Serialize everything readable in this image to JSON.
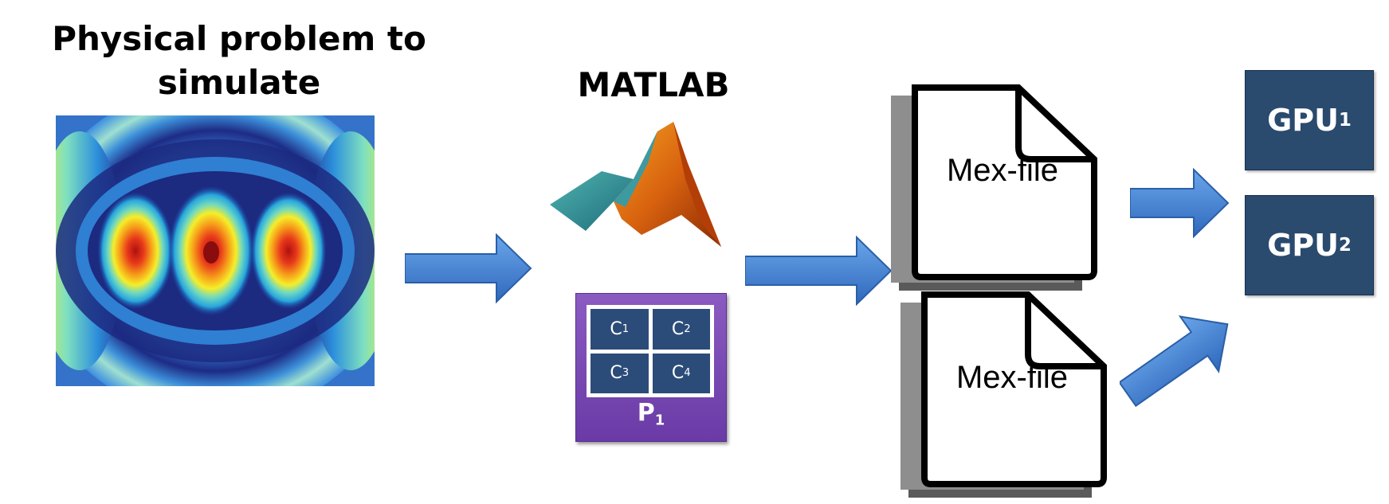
{
  "titles": {
    "physical_line1": "Physical problem to",
    "physical_line2": "simulate",
    "matlab": "MATLAB"
  },
  "processor": {
    "label": "P",
    "label_sub": "1",
    "cores": [
      {
        "label": "C",
        "sub": "1"
      },
      {
        "label": "C",
        "sub": "2"
      },
      {
        "label": "C",
        "sub": "3"
      },
      {
        "label": "C",
        "sub": "4"
      }
    ]
  },
  "mex_files": [
    {
      "label": "Mex-file"
    },
    {
      "label": "Mex-file"
    }
  ],
  "gpus": [
    {
      "label": "GPU",
      "sub": "1"
    },
    {
      "label": "GPU",
      "sub": "2"
    }
  ],
  "colors": {
    "arrow": "#3f7fd0",
    "gpu_box": "#2a4a6e",
    "processor_box": "#7a4ab5",
    "core_box": "#2b4c79"
  }
}
